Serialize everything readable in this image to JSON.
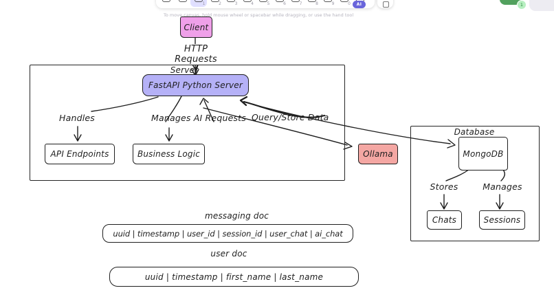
{
  "hint": "To move canvas, hold mouse wheel or spacebar while dragging, or use the hand tool",
  "toolbar": {
    "tool_numbers": [
      "",
      "",
      "1",
      "2",
      "3",
      "4",
      "5",
      "6",
      "7",
      "8",
      "9",
      "0",
      ""
    ],
    "ai_badge": "AI",
    "collaborator_count": "1"
  },
  "diagram": {
    "client": "Client",
    "http_requests": "HTTP Requests",
    "server": {
      "title": "Server",
      "fastapi": "FastAPI Python Server",
      "handles": "Handles",
      "manages_ai": "Manages AI Requests",
      "query_store": "Query/Store Data",
      "api_endpoints": "API Endpoints",
      "business_logic": "Business Logic"
    },
    "ollama": "Ollama",
    "database": {
      "title": "Database",
      "mongodb": "MongoDB",
      "stores": "Stores",
      "manages": "Manages",
      "chats": "Chats",
      "sessions": "Sessions"
    },
    "docs": {
      "messaging_title": "messaging doc",
      "messaging_fields": "uuid | timestamp | user_id | session_id | user_chat | ai_chat",
      "user_title": "user doc",
      "user_fields": "uuid | timestamp | first_name | last_name"
    }
  },
  "colors": {
    "stroke": "#1e1e1e",
    "client_fill": "#efa0e9",
    "fastapi_fill": "#b5b1f7",
    "ollama_fill": "#f4a7a3",
    "active_tool_bg": "#e0dfff",
    "ai_badge_bg": "#6965db",
    "share_button_bg": "#52a15e",
    "collab_badge_bg": "#b7efc0"
  }
}
